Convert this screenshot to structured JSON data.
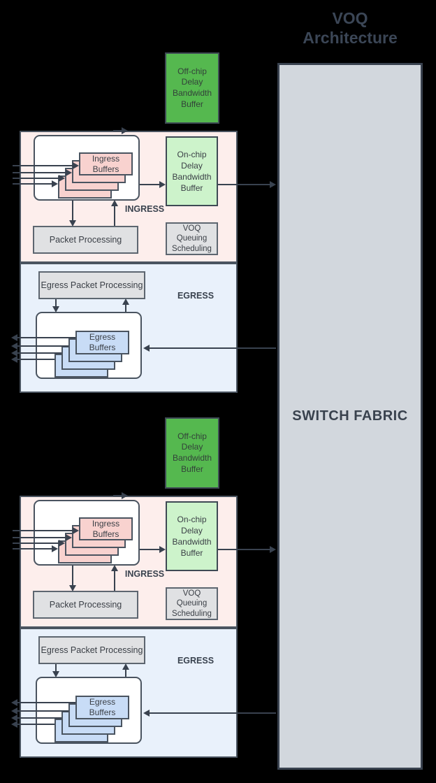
{
  "title": {
    "line1": "VOQ",
    "line2": "Architecture"
  },
  "switch_fabric": {
    "label": "SWITCH FABRIC"
  },
  "colors": {
    "background": "#000000",
    "fabric_fill": "#d2d7dd",
    "offchip_green": "#55b84f",
    "onchip_green": "#cdf3cb",
    "ingress_section": "#fdeeec",
    "ingress_buffer": "#f8d2cf",
    "egress_section": "#e9f1fb",
    "egress_buffer": "#c8dcf6",
    "process_gray": "#e0e1e3",
    "line": "#39424f"
  },
  "cards": [
    {
      "offchip_label": "Off-chip Delay Bandwidth Buffer",
      "ingress": {
        "section_label": "INGRESS",
        "buffers_label": "Ingress Buffers",
        "onchip_label": "On-chip Delay Bandwidth Buffer",
        "packet_processing_label": "Packet Processing",
        "voq_label": "VOQ Queuing Scheduling"
      },
      "egress": {
        "section_label": "EGRESS",
        "packet_processing_label": "Egress Packet Processing",
        "buffers_label": "Egress Buffers"
      }
    },
    {
      "offchip_label": "Off-chip Delay Bandwidth Buffer",
      "ingress": {
        "section_label": "INGRESS",
        "buffers_label": "Ingress Buffers",
        "onchip_label": "On-chip Delay Bandwidth Buffer",
        "packet_processing_label": "Packet Processing",
        "voq_label": "VOQ Queuing Scheduling"
      },
      "egress": {
        "section_label": "EGRESS",
        "packet_processing_label": "Egress Packet Processing",
        "buffers_label": "Egress Buffers"
      }
    }
  ]
}
